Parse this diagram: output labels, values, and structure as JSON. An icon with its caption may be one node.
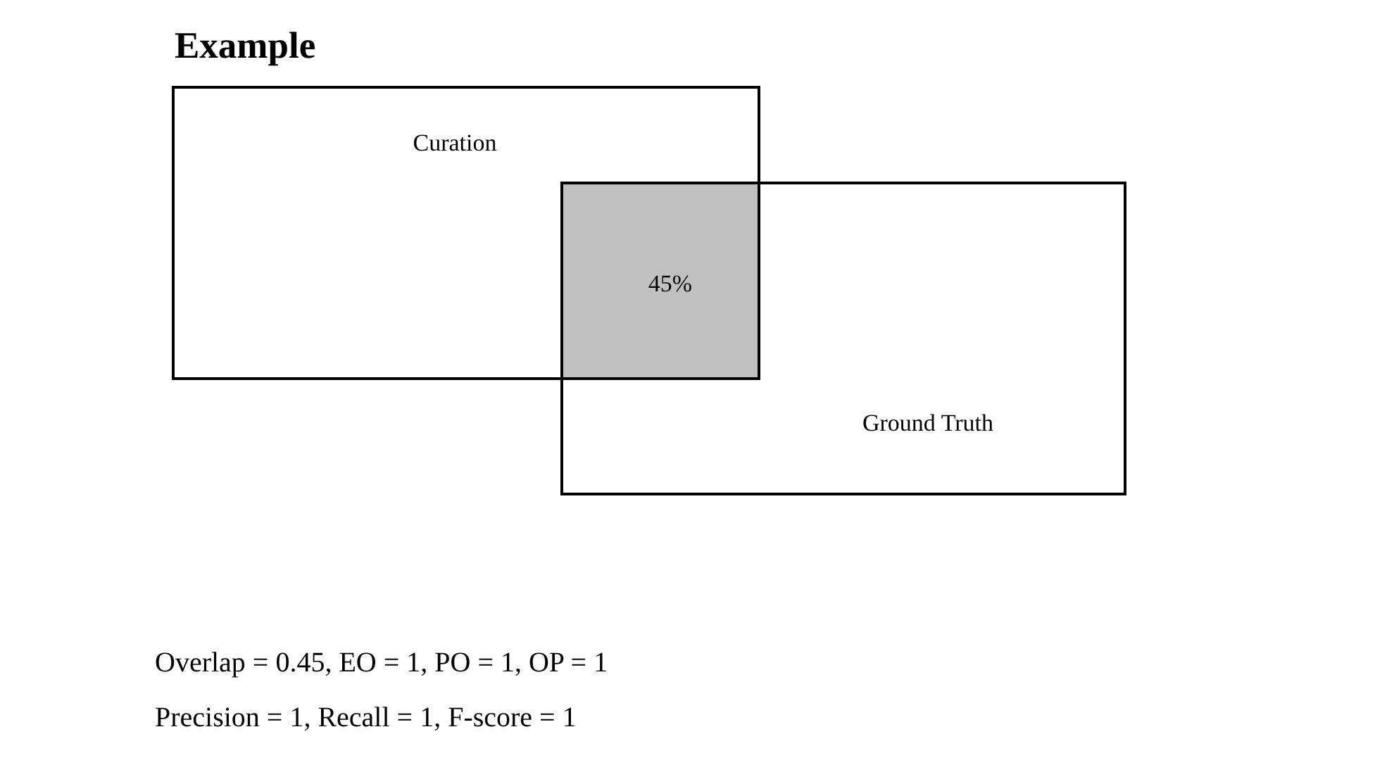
{
  "diagram": {
    "title": "Example",
    "nodes": [
      {
        "text": [
          "Curation"
        ]
      },
      {
        "text": [
          "Ground Truth"
        ]
      },
      {
        "text": [
          "45%"
        ]
      }
    ],
    "labels": [
      "Overlap = 0.45, EO = 1, PO = 1, OP = 1",
      "Precision = 1, Recall = 1, F-score = 1"
    ]
  }
}
